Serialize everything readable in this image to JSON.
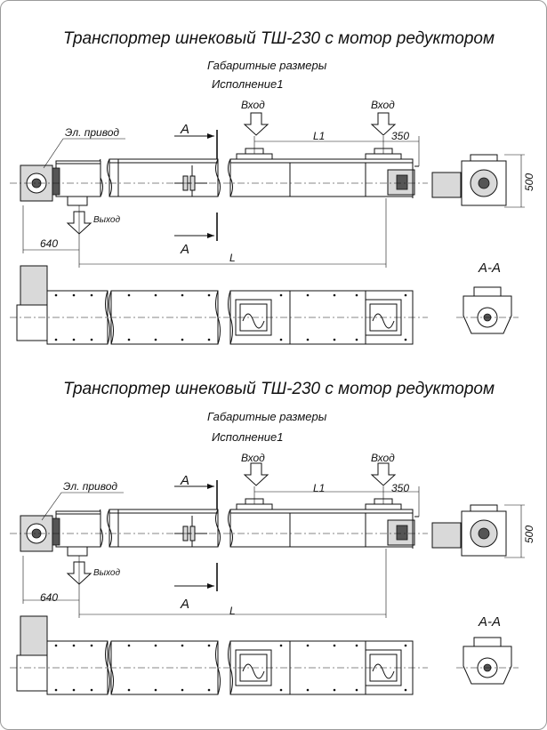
{
  "drawings": [
    {
      "title": "Транспортер шнековый ТШ-230 с мотор редуктором",
      "subtitle": "Габаритные размеры",
      "variant": "Исполнение1",
      "drive_label": "Эл. привод",
      "inlet_left": "Вход",
      "inlet_right": "Вход",
      "outlet_label": "Выход",
      "section_top": "А",
      "section_bottom": "А",
      "dim_l1": "L1",
      "dim_350": "350",
      "dim_640": "640",
      "dim_l": "L",
      "dim_500": "500",
      "section_view": "А-А"
    },
    {
      "title": "Транспортер шнековый ТШ-230 с мотор редуктором",
      "subtitle": "Габаритные размеры",
      "variant": "Исполнение1",
      "drive_label": "Эл. привод",
      "inlet_left": "Вход",
      "inlet_right": "Вход",
      "outlet_label": "Выход",
      "section_top": "А",
      "section_bottom": "А",
      "dim_l1": "L1",
      "dim_350": "350",
      "dim_640": "640",
      "dim_l": "L",
      "dim_500": "500",
      "section_view": "А-А"
    }
  ]
}
